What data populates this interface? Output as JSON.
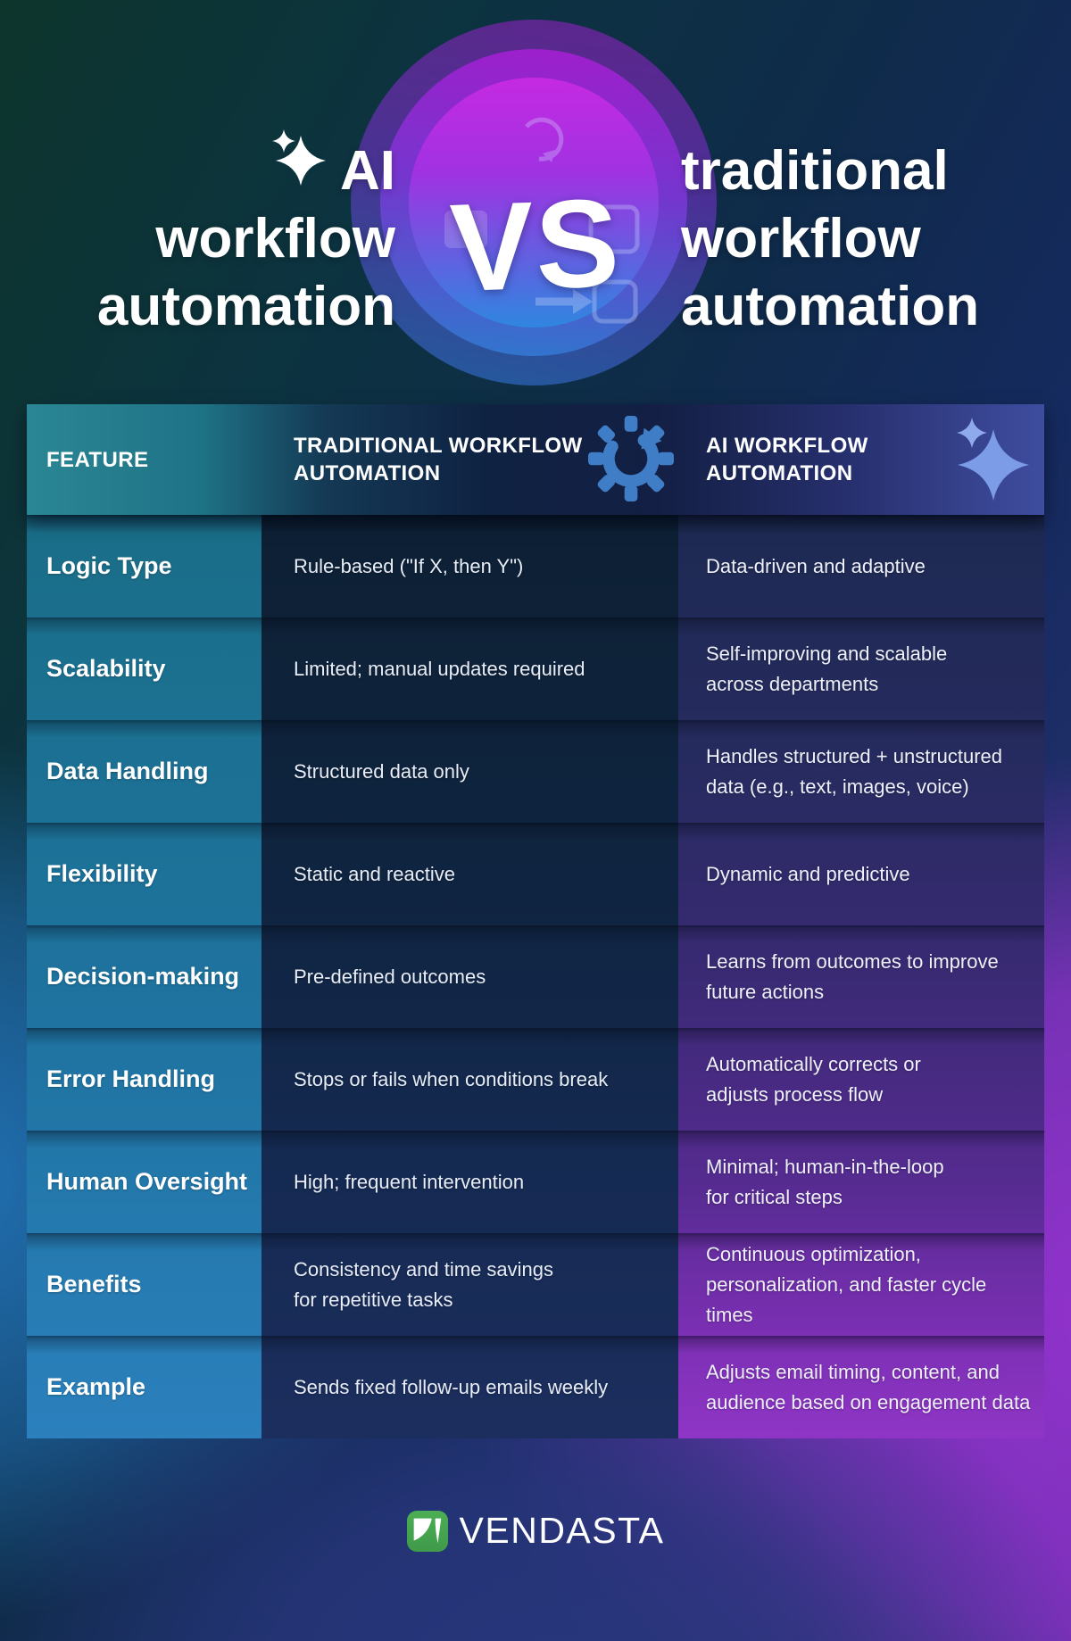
{
  "hero": {
    "left_title": "AI\nworkflow\nautomation",
    "vs_label": "VS",
    "right_title": "traditional\nworkflow\nautomation"
  },
  "table": {
    "columns": [
      {
        "label": "FEATURE"
      },
      {
        "label": "TRADITIONAL WORKFLOW\nAUTOMATION",
        "icon": "gear-refresh-icon"
      },
      {
        "label": "AI WORKFLOW\nAUTOMATION",
        "icon": "ai-sparkles-icon"
      }
    ],
    "rows": [
      {
        "feature": "Logic Type",
        "traditional": "Rule-based (\"If X, then Y\")",
        "ai": "Data-driven and adaptive"
      },
      {
        "feature": "Scalability",
        "traditional": "Limited; manual updates required",
        "ai": "Self-improving and scalable\nacross departments"
      },
      {
        "feature": "Data Handling",
        "traditional": "Structured data only",
        "ai": "Handles structured + unstructured\ndata (e.g., text, images, voice)"
      },
      {
        "feature": "Flexibility",
        "traditional": "Static and reactive",
        "ai": "Dynamic and predictive"
      },
      {
        "feature": "Decision-making",
        "traditional": "Pre-defined outcomes",
        "ai": "Learns from outcomes to improve\nfuture actions"
      },
      {
        "feature": "Error Handling",
        "traditional": "Stops or fails when conditions break",
        "ai": "Automatically corrects or\nadjusts process flow"
      },
      {
        "feature": "Human Oversight",
        "traditional": "High; frequent intervention",
        "ai": "Minimal; human-in-the-loop\nfor critical steps"
      },
      {
        "feature": "Benefits",
        "traditional": "Consistency and time savings\nfor repetitive tasks",
        "ai": "Continuous optimization,\npersonalization, and faster cycle\ntimes"
      },
      {
        "feature": "Example",
        "traditional": "Sends fixed follow-up emails weekly",
        "ai": "Adjusts email timing, content, and\naudience based on engagement data"
      }
    ]
  },
  "footer": {
    "brand": "VENDASTA"
  },
  "icons": {
    "title_sparkle": "sparkle-icon",
    "traditional_column": "gear-refresh-icon",
    "ai_column": "ai-sparkles-icon",
    "brand_mark": "vendasta-logo-mark"
  },
  "colors": {
    "bg_green": "#0d352c",
    "bg_navy": "#152a5e",
    "bg_purple": "#9232cd",
    "bg_blue": "#2376bd",
    "header_teal": "#2a8694",
    "header_indigo": "#3f4da0",
    "column_feature_top": "#1a6e88",
    "column_feature_bottom": "#2b80bd",
    "column_traditional": "#0f2440",
    "circle_magenta": "#c52ae2",
    "circle_blue": "#2f86e0",
    "icon_gear_blue": "#3f7ec6",
    "icon_sparkle_blue": "#7d9ce8",
    "brand_green": "#46a34e",
    "text_white": "#ffffff",
    "text_cell": "#e8edf7"
  }
}
